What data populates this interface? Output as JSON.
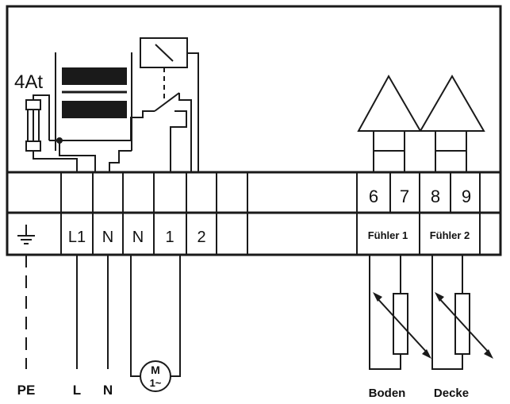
{
  "fuse_label": "4At",
  "upper_terminals": [
    "6",
    "7",
    "8",
    "9"
  ],
  "lower_terminals": [
    "L1",
    "N",
    "N",
    "1",
    "2"
  ],
  "sensor_labels": [
    "Fühler 1",
    "Fühler 2"
  ],
  "supply_labels": [
    "PE",
    "L",
    "N"
  ],
  "motor": {
    "symbol": "M",
    "phase": "1~"
  },
  "sensor_names": [
    "Boden",
    "Decke"
  ]
}
